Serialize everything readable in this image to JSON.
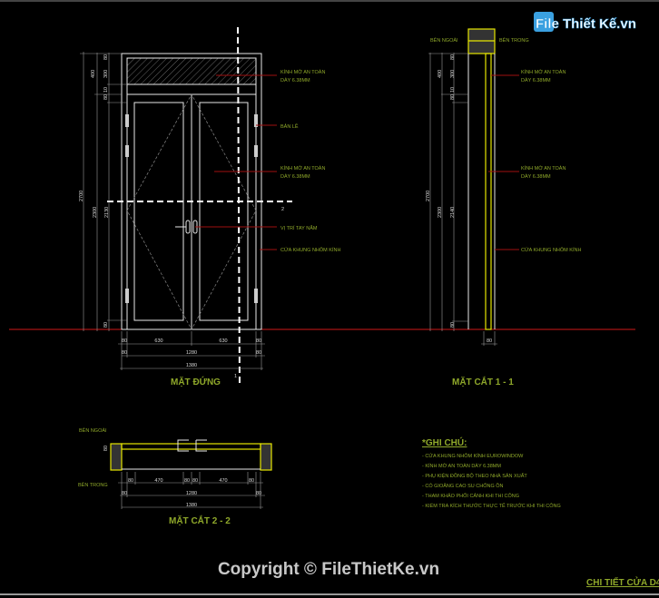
{
  "logo": {
    "text": "File Thiết Kế.vn"
  },
  "elevation": {
    "title": "MẶT ĐỨNG",
    "labels": [
      "KÍNH MỜ AN TOÀN",
      "DÀY 6.38MM",
      "BẢN LỀ",
      "KÍNH MỜ AN TOÀN",
      "DÀY 6.38MM",
      "VỊ TRÍ TAY NẮM",
      "CỬA KHUNG NHÔM KÍNH"
    ],
    "vdims": {
      "total": "2700",
      "door": "2300",
      "leaf": "2130",
      "transom": "400",
      "glass": "300",
      "top": "80",
      "bar1": "10",
      "bar2": "80",
      "bottom": "80"
    },
    "hdims": {
      "a": "80",
      "b": "630",
      "c": "630",
      "d": "80",
      "e": "80",
      "f": "1280",
      "g": "80",
      "total": "1380"
    },
    "section_mark_1": "1",
    "section_mark_2": "2"
  },
  "section11": {
    "title": "MẶT CẮT 1 - 1",
    "outside": "BÊN NGOÀI",
    "inside": "BÊN TRONG",
    "labels": [
      "KÍNH MỜ AN TOÀN",
      "DÀY 6.38MM",
      "KÍNH MỜ AN TOÀN",
      "DÀY 6.38MM",
      "CỬA KHUNG NHÔM KÍNH"
    ],
    "vdims": {
      "total": "2700",
      "door": "2300",
      "leaf": "2140",
      "transom": "400",
      "glass": "300",
      "top": "80",
      "bar1": "10",
      "bar2": "80",
      "bottom": "80"
    },
    "width": "80"
  },
  "section22": {
    "title": "MẶT CẮT 2 - 2",
    "outside": "BÊN NGOÀI",
    "inside": "BÊN TRONG",
    "depth": "80",
    "row1": [
      "80",
      "470",
      "80",
      "80",
      "470",
      "80"
    ],
    "row2": [
      "80",
      "1280",
      "80"
    ],
    "total": "1380"
  },
  "notes": {
    "heading": "*GHI CHÚ:",
    "items": [
      "- CỬA KHUNG NHÔM KÍNH EUROWINDOW",
      "- KÍNH MỜ AN TOÀN DÀY 6.38MM",
      "- PHỤ KIỆN ĐỒNG BỘ THEO NHÀ SẢN XUẤT",
      "- CÓ GIOĂNG CAO SU CHỐNG ỒN",
      "- THAM KHẢO PHỐI CẢNH KHI THI CÔNG",
      "- KIỂM TRA KÍCH THƯỚC THỰC TẾ TRƯỚC KHI THI CÔNG"
    ]
  },
  "footer": {
    "sheet_title": "CHI TIẾT CỬA D4",
    "copyright": "Copyright © FileThietKe.vn"
  }
}
